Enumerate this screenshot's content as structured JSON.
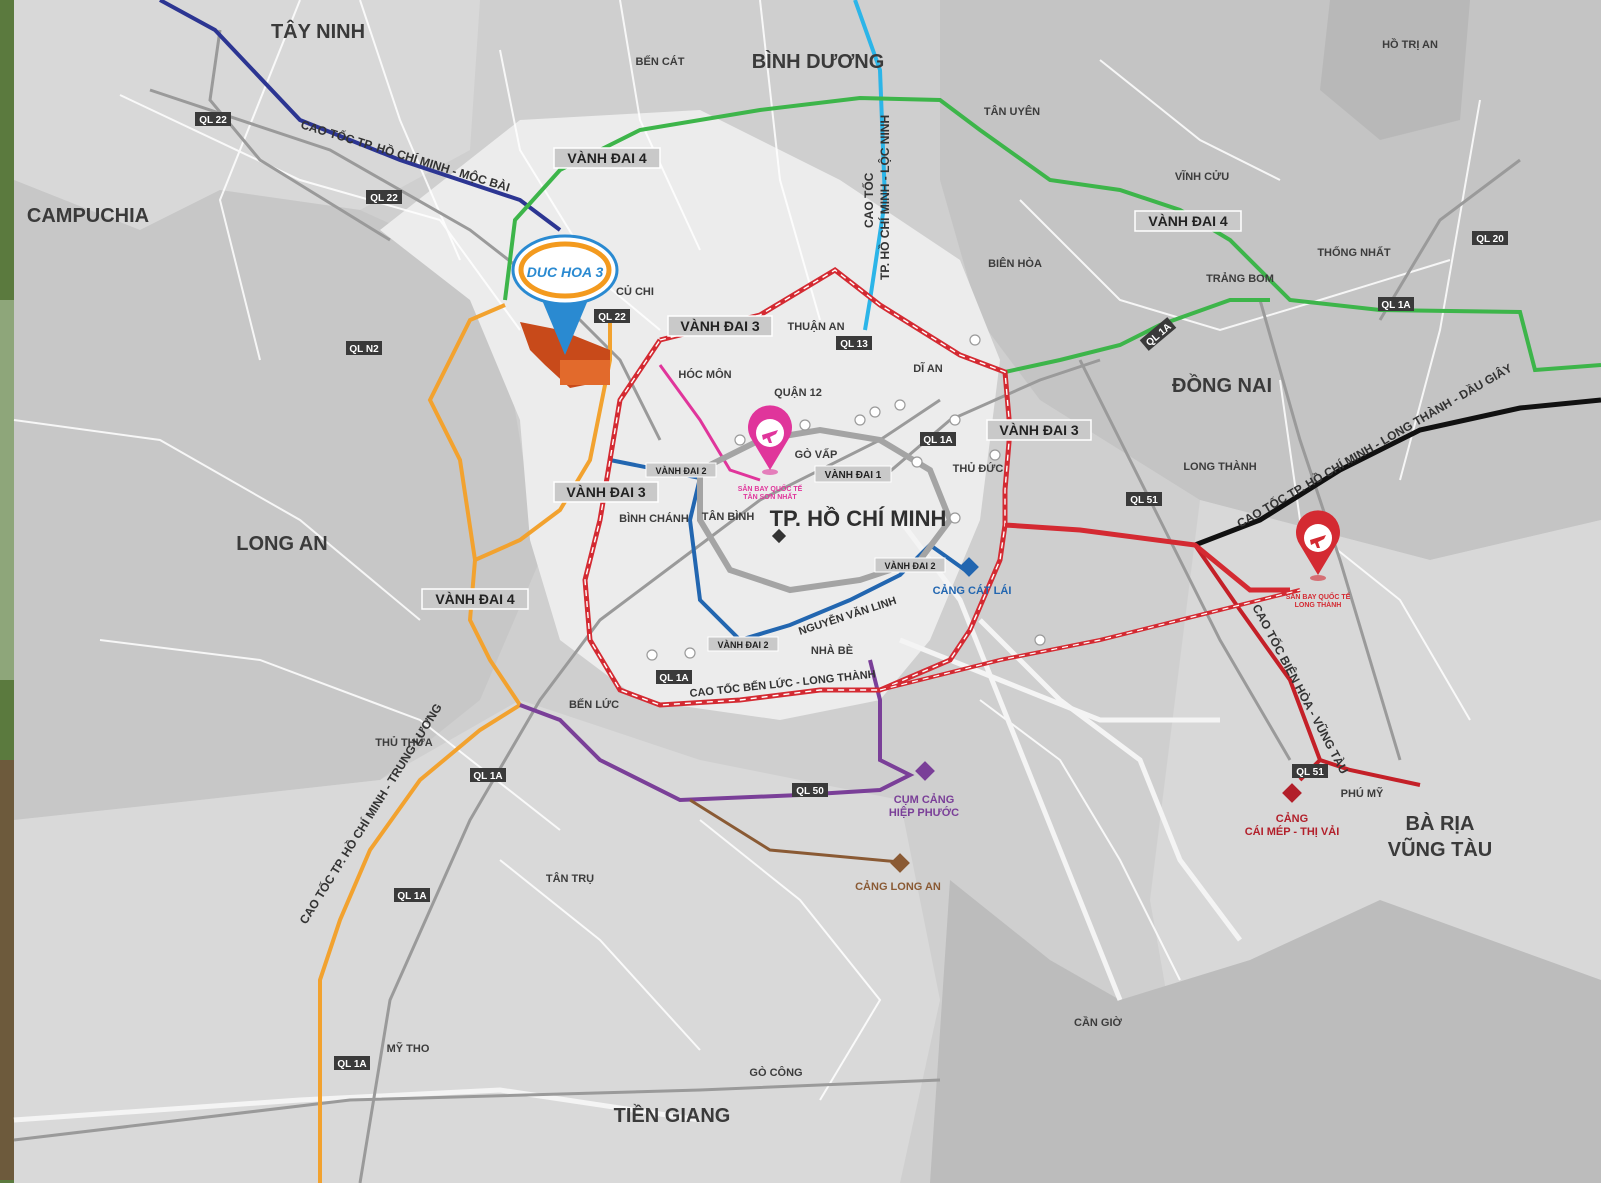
{
  "provinces": {
    "tay_ninh": "TÂY NINH",
    "binh_duong": "BÌNH DƯƠNG",
    "campuchia": "CAMPUCHIA",
    "long_an": "LONG AN",
    "dong_nai": "ĐỒNG NAI",
    "ba_ria_1": "BÀ RỊA",
    "ba_ria_2": "VŨNG TÀU",
    "tien_giang": "TIỀN GIANG",
    "hcm": "TP. HỒ CHÍ MINH"
  },
  "districts": {
    "ben_cat": "BẾN CÁT",
    "tan_uyen": "TÂN UYÊN",
    "ho_tri_an": "HỒ TRỊ AN",
    "vinh_cuu": "VĨNH CỬU",
    "thong_nhat": "THỐNG NHẤT",
    "trang_bom": "TRẢNG BOM",
    "bien_hoa": "BIÊN HÒA",
    "cu_chi": "CỦ CHI",
    "thuan_an": "THUẬN AN",
    "di_an": "DĨ AN",
    "hoc_mon": "HÓC MÔN",
    "quan_12": "QUẬN 12",
    "go_vap": "GÒ VẤP",
    "thu_duc": "THỦ ĐỨC",
    "binh_chanh": "BÌNH CHÁNH",
    "tan_binh": "TÂN BÌNH",
    "long_thanh": "LONG THÀNH",
    "nha_be": "NHÀ BÈ",
    "ben_luc": "BẾN LỨC",
    "thu_thua": "THỦ THỪA",
    "tan_tru": "TÂN TRỤ",
    "my_tho": "MỸ THO",
    "go_cong": "GÒ CÔNG",
    "can_gio": "CẦN GIỜ",
    "phu_my": "PHÚ MỸ"
  },
  "ring_tags": {
    "vd4_a": "VÀNH ĐAI 4",
    "vd4_b": "VÀNH ĐAI 4",
    "vd4_c": "VÀNH ĐAI 4",
    "vd3_a": "VÀNH ĐAI 3",
    "vd3_b": "VÀNH ĐAI 3",
    "vd3_c": "VÀNH ĐAI 3",
    "vd2_a": "VÀNH ĐAI 2",
    "vd2_b": "VÀNH ĐAI 2",
    "vd2_c": "VÀNH ĐAI 2",
    "vd1": "VÀNH ĐAI 1"
  },
  "road_tags": {
    "ql22_a": "QL 22",
    "ql22_b": "QL 22",
    "ql22_c": "QL 22",
    "qln2": "QL N2",
    "ql13": "QL 13",
    "ql1a_a": "QL 1A",
    "ql1a_b": "QL 1A",
    "ql1a_c": "QL 1A",
    "ql1a_d": "QL 1A",
    "ql1a_e": "QL 1A",
    "ql1a_f": "QL 1A",
    "ql1a_g": "QL 1A",
    "ql51_a": "QL 51",
    "ql51_b": "QL 51",
    "ql20": "QL 20",
    "ql50": "QL 50"
  },
  "expressways": {
    "moc_bai": "CAO TỐC TP. HỒ CHÍ MINH - MỘC BÀI",
    "loc_ninh_1": "CAO TỐC",
    "loc_ninh_2": "TP. HỒ CHÍ MINH - LỘC NINH",
    "dau_giay": "CAO TỐC TP. HỒ CHÍ MINH - LONG THÀNH - DẦU GIÂY",
    "trung_luong": "CAO TỐC TP. HỒ CHÍ MINH - TRUNG LƯƠNG",
    "ben_luc_long_thanh": "CAO TỐC BẾN LỨC - LONG THÀNH",
    "bien_hoa_vung_tau": "CAO TỐC BIÊN HÒA - VŨNG TÀU",
    "nguyen_van_linh": "NGUYỄN VĂN LINH"
  },
  "pois": {
    "tan_son_nhat_1": "SÂN BAY QUỐC TẾ",
    "tan_son_nhat_2": "TÂN SƠN NHẤT",
    "long_thanh_ap_1": "SÂN BAY QUỐC TẾ",
    "long_thanh_ap_2": "LONG THÀNH",
    "cat_lai": "CẢNG CÁT LÁI",
    "hiep_phuoc_1": "CỤM CẢNG",
    "hiep_phuoc_2": "HIỆP PHƯỚC",
    "cang_long_an": "CẢNG LONG AN",
    "cai_mep_1": "CẢNG",
    "cai_mep_2": "CÁI MÉP - THỊ VẢI",
    "duc_hoa_logo": "DUC HOA 3"
  },
  "colors": {
    "land": "#d6d6d6",
    "land_dark": "#c3c3c3",
    "hcm_area": "#ececec",
    "ring4": "#3db54a",
    "ring3": "#d42a32",
    "ring2": "#2266b0",
    "orange_route": "#f2a22f",
    "navy_route": "#2c3592",
    "cyan_route": "#2cb5e8",
    "purple_route": "#7a3f98",
    "brown_route": "#8a5a34",
    "black_route": "#111111",
    "pink_route": "#e0359b",
    "logo_blue": "#2a8ad1",
    "logo_orange": "#f39a1e"
  }
}
